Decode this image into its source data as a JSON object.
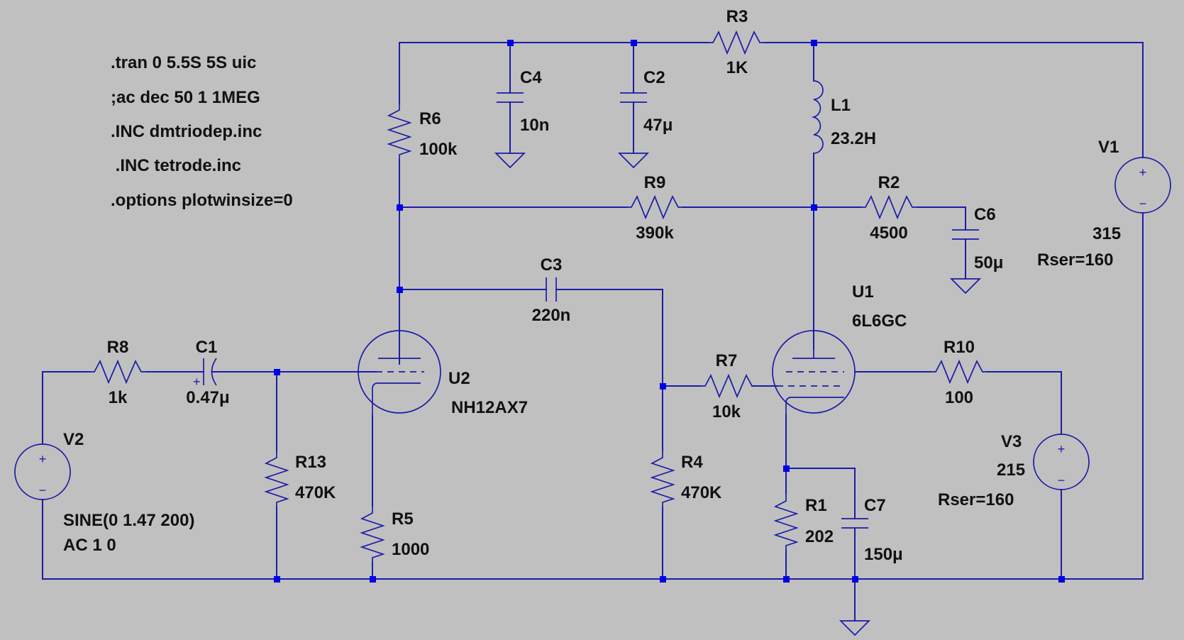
{
  "background_color": "#c0c0c0",
  "wire_color": "#1c1ca8",
  "junction_color": "#0000e6",
  "directives": [
    ".tran 0 5.5S 5S uic",
    ";ac dec 50 1 1MEG",
    ".INC dmtriodep.inc",
    " .INC tetrode.inc",
    ".options plotwinsize=0"
  ],
  "components": {
    "R3": {
      "name": "R3",
      "value": "1K"
    },
    "R6": {
      "name": "R6",
      "value": "100k"
    },
    "R9": {
      "name": "R9",
      "value": "390k"
    },
    "R2": {
      "name": "R2",
      "value": "4500"
    },
    "R8": {
      "name": "R8",
      "value": "1k"
    },
    "R13": {
      "name": "R13",
      "value": "470K"
    },
    "R5": {
      "name": "R5",
      "value": "1000"
    },
    "R7": {
      "name": "R7",
      "value": "10k"
    },
    "R4": {
      "name": "R4",
      "value": "470K"
    },
    "R10": {
      "name": "R10",
      "value": "100"
    },
    "R1": {
      "name": "R1",
      "value": "202"
    },
    "C4": {
      "name": "C4",
      "value": "10n"
    },
    "C2": {
      "name": "C2",
      "value": "47μ"
    },
    "C6": {
      "name": "C6",
      "value": "50μ"
    },
    "C3": {
      "name": "C3",
      "value": "220n"
    },
    "C1": {
      "name": "C1",
      "value": "0.47μ"
    },
    "C7": {
      "name": "C7",
      "value": "150μ"
    },
    "L1": {
      "name": "L1",
      "value": "23.2H"
    },
    "U1": {
      "name": "U1",
      "value": "6L6GC"
    },
    "U2": {
      "name": "U2",
      "value": "NH12AX7"
    },
    "V1": {
      "name": "V1",
      "value": "315",
      "extra": "Rser=160"
    },
    "V2": {
      "name": "V2",
      "value": "SINE(0 1.47 200)",
      "extra": "AC 1 0"
    },
    "V3": {
      "name": "V3",
      "value": "215",
      "extra": "Rser=160"
    }
  },
  "source_plus": "+",
  "source_minus": "−"
}
